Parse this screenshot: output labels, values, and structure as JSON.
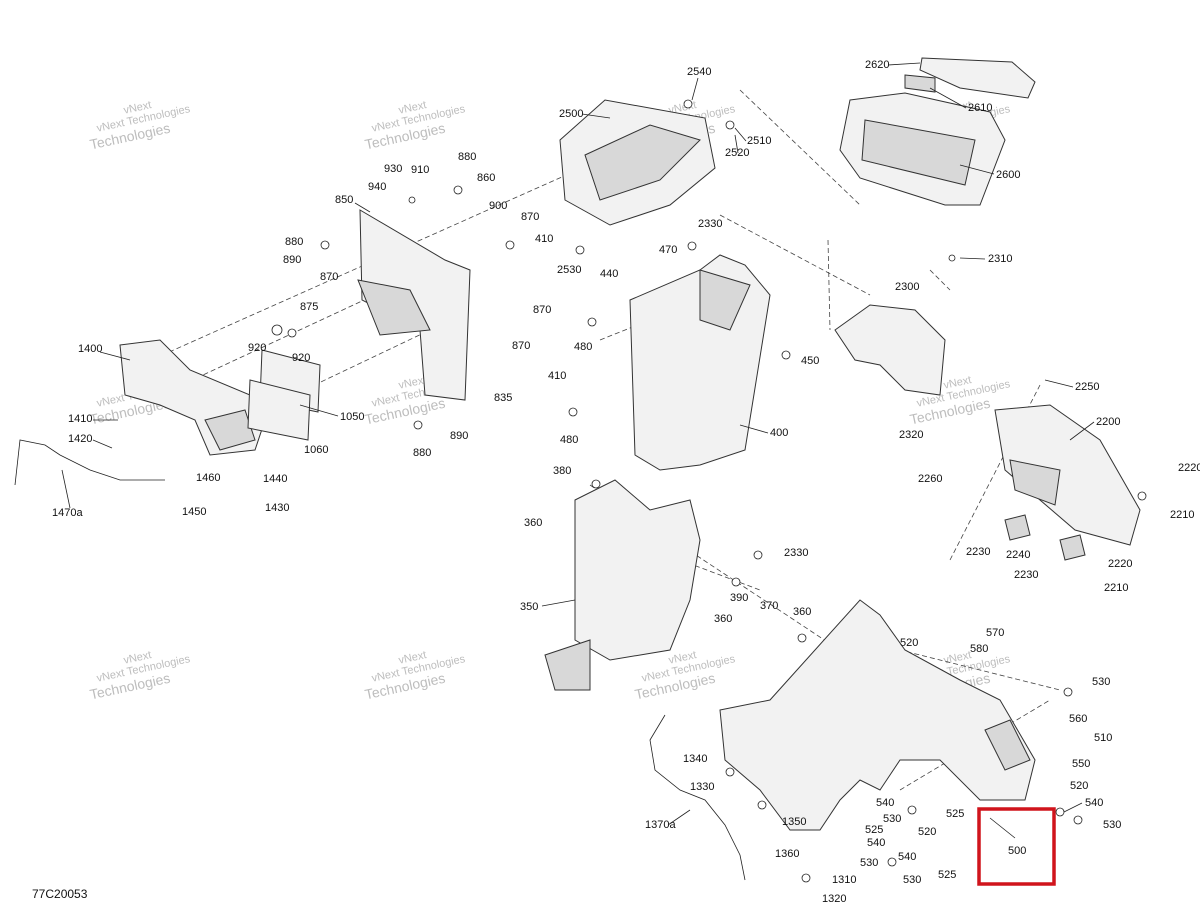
{
  "diagram_code": "77C20053",
  "watermark": {
    "line1": "vNext",
    "line2": "vNext Technologies",
    "line3": "Technologies"
  },
  "highlight_color": "#d0141c",
  "callouts": [
    "2620",
    "2610",
    "2600",
    "2540",
    "2500",
    "2510",
    "2520",
    "930",
    "910",
    "880",
    "940",
    "860",
    "850",
    "900",
    "870",
    "410",
    "880",
    "890",
    "870",
    "875",
    "920",
    "920",
    "1400",
    "1410",
    "1420",
    "1470a",
    "1460",
    "1450",
    "1440",
    "1430",
    "1050",
    "1060",
    "890",
    "880",
    "835",
    "870",
    "870",
    "2330",
    "2530",
    "440",
    "470",
    "480",
    "450",
    "410",
    "480",
    "400",
    "2310",
    "2300",
    "2320",
    "2250",
    "2200",
    "2220",
    "2260",
    "2210",
    "2230",
    "2240",
    "2220",
    "2230",
    "2210",
    "380",
    "360",
    "2330",
    "390",
    "370",
    "350",
    "360",
    "360",
    "520",
    "570",
    "580",
    "530",
    "560",
    "510",
    "550",
    "520",
    "540",
    "530",
    "1340",
    "1330",
    "1370a",
    "1350",
    "1360",
    "540",
    "530",
    "525",
    "540",
    "520",
    "525",
    "500",
    "530",
    "540",
    "530",
    "525",
    "1310",
    "1320"
  ]
}
